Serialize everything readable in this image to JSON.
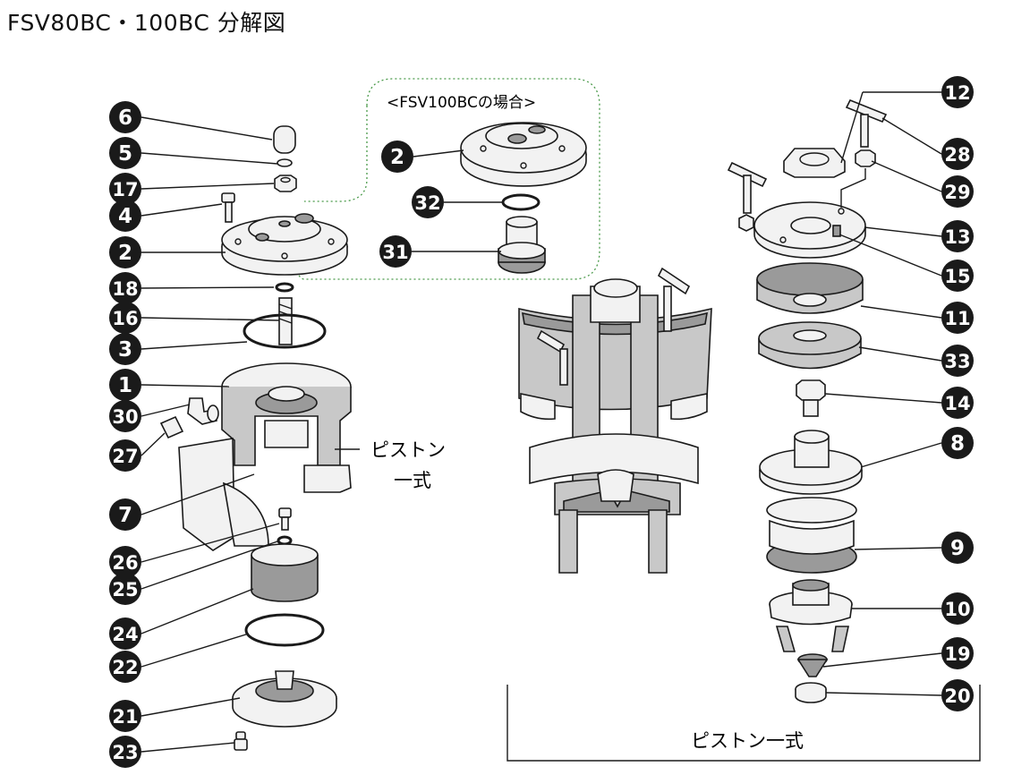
{
  "title": "FSV80BC・100BC 分解図",
  "inset_label": "<FSV100BCの場合>",
  "piston_assembly_label_line1": "ピストン",
  "piston_assembly_label_line2": "一式",
  "piston_bracket_label": "ピストン一式",
  "callouts": [
    "6",
    "5",
    "17",
    "4",
    "2",
    "18",
    "16",
    "3",
    "1",
    "30",
    "27",
    "7",
    "26",
    "25",
    "24",
    "22",
    "21",
    "23",
    "2",
    "32",
    "31",
    "12",
    "28",
    "29",
    "13",
    "15",
    "11",
    "33",
    "14",
    "8",
    "9",
    "10",
    "19",
    "20"
  ],
  "colors": {
    "callout_fill": "#1a1a1a",
    "callout_text": "#ffffff",
    "part_fill": "#f2f2f2",
    "part_dark": "#9a9a9a",
    "section_fill": "#bdbdbd",
    "inset_border": "#4a9a4a"
  }
}
